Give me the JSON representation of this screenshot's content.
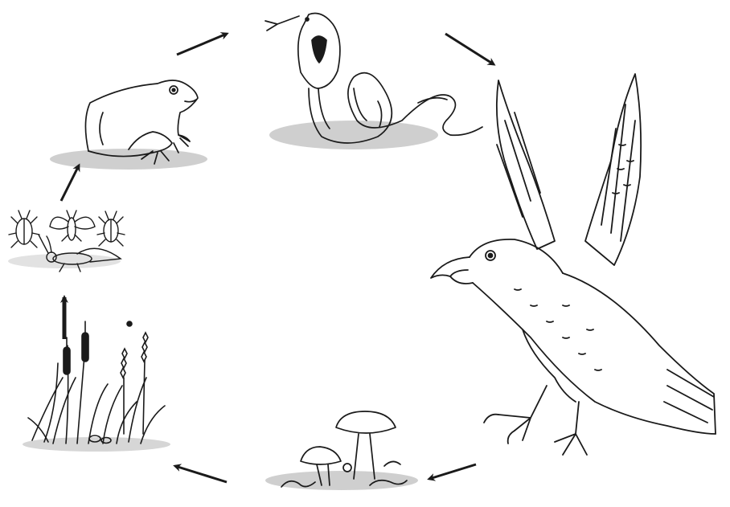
{
  "diagram": {
    "kind": "food-chain-cycle",
    "style": "black ink line drawing on white",
    "ink_color": "#1a1a1a",
    "shadow_color": "#bdbdbd",
    "nodes": [
      {
        "id": "plants",
        "icon": "grass-plants-icon"
      },
      {
        "id": "insects",
        "icon": "insects-icon"
      },
      {
        "id": "frog",
        "icon": "frog-icon"
      },
      {
        "id": "snake",
        "icon": "snake-icon"
      },
      {
        "id": "eagle",
        "icon": "eagle-icon"
      },
      {
        "id": "decomposers",
        "icon": "mushrooms-worms-icon"
      }
    ],
    "edges": [
      {
        "from": "plants",
        "to": "insects"
      },
      {
        "from": "insects",
        "to": "frog"
      },
      {
        "from": "frog",
        "to": "snake"
      },
      {
        "from": "snake",
        "to": "eagle"
      },
      {
        "from": "eagle",
        "to": "decomposers"
      },
      {
        "from": "decomposers",
        "to": "plants"
      }
    ]
  }
}
